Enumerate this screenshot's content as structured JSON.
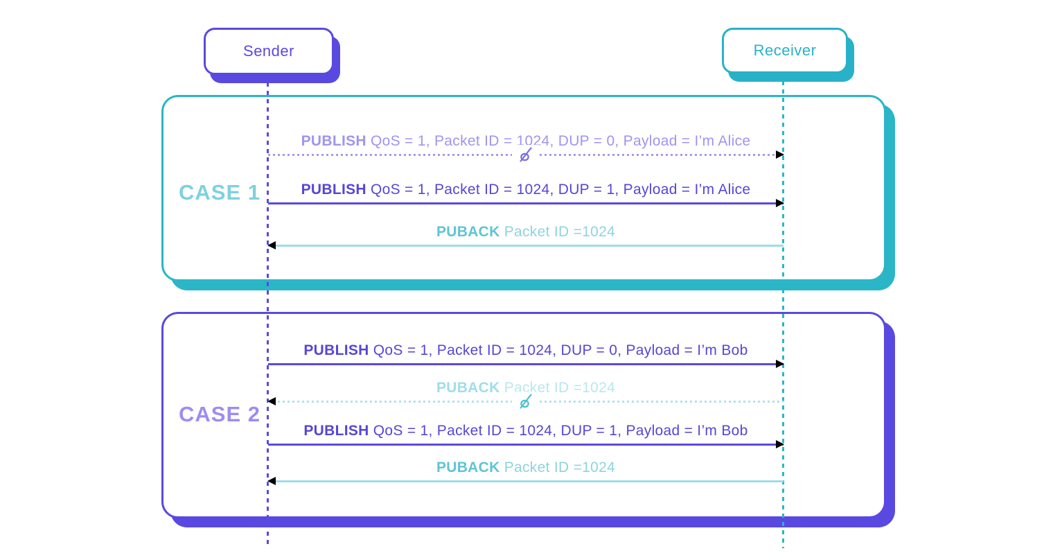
{
  "actors": {
    "sender": {
      "label": "Sender",
      "color": "#5a49e0"
    },
    "receiver": {
      "label": "Receiver",
      "color": "#28b2c7"
    }
  },
  "cases": [
    {
      "label": "CASE 1",
      "accent_color": "#2ab6c6",
      "label_color": "#7dd2dd",
      "messages": [
        {
          "keyword": "PUBLISH",
          "details": " QoS = 1, Packet ID = 1024, DUP = 0, Payload = I’m Alice",
          "from": "sender",
          "to": "receiver",
          "line_style": "dashed",
          "status": "lost",
          "icon": "broken-link-icon",
          "color": "#9f95ef"
        },
        {
          "keyword": "PUBLISH",
          "details": " QoS = 1, Packet ID = 1024, DUP = 1, Payload = I’m Alice",
          "from": "sender",
          "to": "receiver",
          "line_style": "solid",
          "status": "delivered",
          "color": "#5646d6"
        },
        {
          "keyword": "PUBACK",
          "details": " Packet ID =1024",
          "from": "receiver",
          "to": "sender",
          "line_style": "solid",
          "status": "delivered",
          "color": "#8dd4e0"
        }
      ]
    },
    {
      "label": "CASE 2",
      "accent_color": "#5a49e0",
      "label_color": "#9c8df1",
      "messages": [
        {
          "keyword": "PUBLISH",
          "details": " QoS = 1, Packet ID = 1024, DUP = 0, Payload = I’m Bob",
          "from": "sender",
          "to": "receiver",
          "line_style": "solid",
          "status": "delivered",
          "color": "#5646d6"
        },
        {
          "keyword": "PUBACK",
          "details": " Packet ID =1024",
          "from": "receiver",
          "to": "sender",
          "line_style": "dashed",
          "status": "lost",
          "icon": "broken-link-icon",
          "color": "#b9e7ef"
        },
        {
          "keyword": "PUBLISH",
          "details": " QoS = 1, Packet ID = 1024, DUP = 1, Payload = I’m Bob",
          "from": "sender",
          "to": "receiver",
          "line_style": "solid",
          "status": "delivered",
          "color": "#5646d6"
        },
        {
          "keyword": "PUBACK",
          "details": " Packet ID =1024",
          "from": "receiver",
          "to": "sender",
          "line_style": "solid",
          "status": "delivered",
          "color": "#8dd4e0"
        }
      ]
    }
  ]
}
